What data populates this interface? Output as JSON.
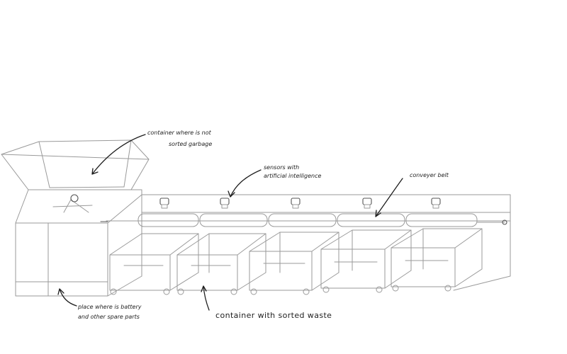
{
  "annotations": {
    "hopper": {
      "line1": "container where is not",
      "line2": "sorted garbage"
    },
    "sensors": {
      "line1": "sensors with",
      "line2": "artificial intelligence"
    },
    "belt": {
      "line1": "conveyer belt"
    },
    "battery": {
      "line1": "place where is battery",
      "line2": "and other spare parts"
    },
    "sorted": {
      "line1": "container with sorted waste"
    }
  },
  "diagram": {
    "sensor_count": 5,
    "sorted_container_count": 5,
    "colors": {
      "pencil": "#9a9a9a",
      "ink": "#1e1e1e"
    }
  }
}
